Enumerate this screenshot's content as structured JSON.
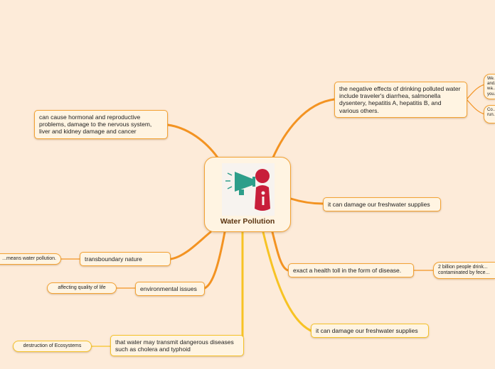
{
  "central": {
    "title": "Water Pollution",
    "icon": "megaphone-person-icon"
  },
  "colors": {
    "branch_orange": "#F39322",
    "branch_gold": "#F7C324",
    "node_fill": "#FFF4E2",
    "background": "#FDEBD9"
  },
  "nodes": {
    "negative_effects": "the negative effects of drinking polluted water include traveler's diarrhea, salmonella dysentery, hepatitis A, hepatitis B, and various others.",
    "negative_effects_child1": "We... and... wa... you...",
    "negative_effects_child2": "Co... run...",
    "hormonal": "can cause hormonal and reproductive problems, damage to the nervous system, liver and kidney damage and cancer",
    "freshwater1": "it can damage our freshwater supplies",
    "transboundary": "transboundary nature",
    "transboundary_child": "...means water pollution.",
    "health_toll": "exact a health toll in the form of disease.",
    "health_toll_child": "2 billion people drink... contaminated by fece...",
    "environmental": "environmental issues",
    "environmental_child": "affecting quality of life",
    "freshwater2": "it can damage our freshwater supplies",
    "transmit": "that water may transmit dangerous diseases such as cholera and typhoid",
    "transmit_child": "destruction of Ecosystems"
  }
}
